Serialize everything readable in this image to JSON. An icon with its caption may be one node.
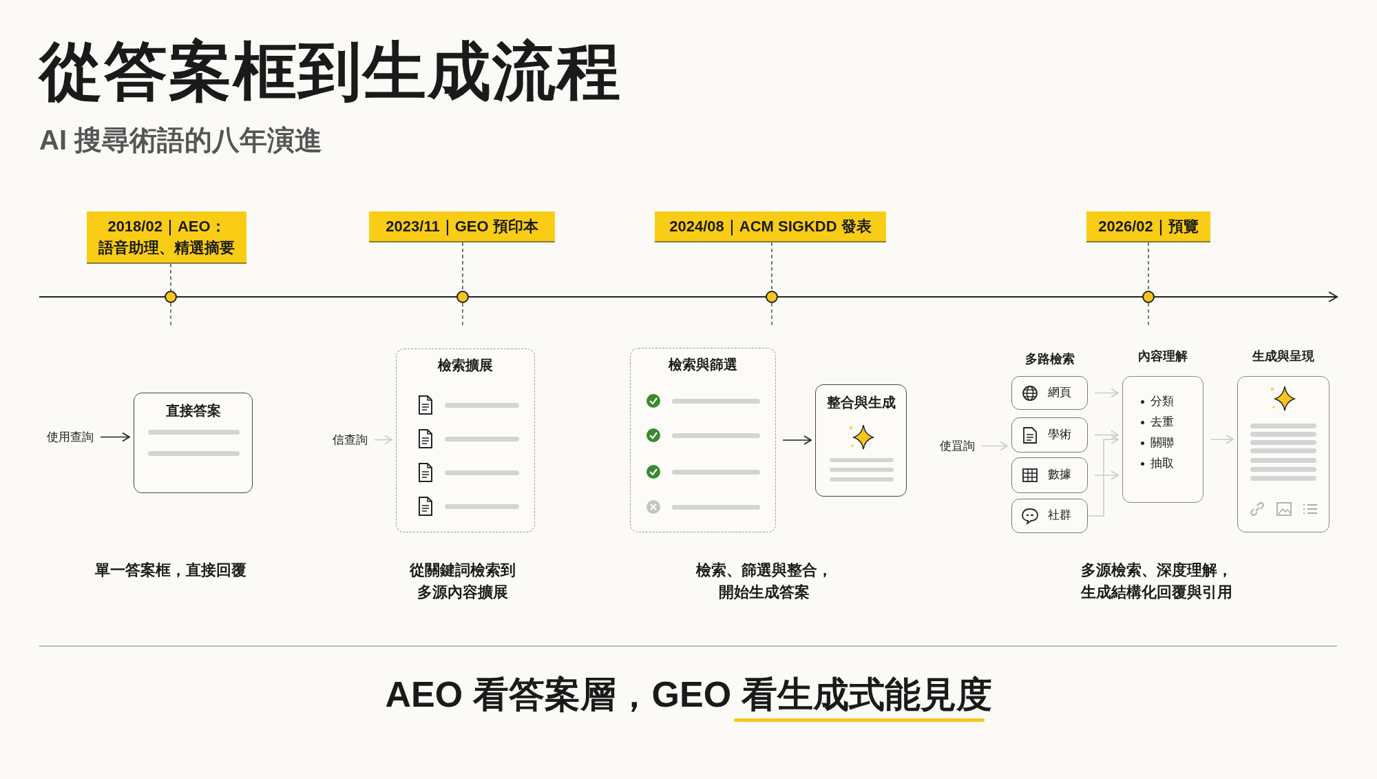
{
  "diagram": {
    "title": "從答案框到生成流程",
    "nodes": [
      {
        "text": [
          "2018/02｜AEO：語音助理、精選摘要"
        ]
      },
      {
        "text": [],
        "shape": "circle"
      },
      {
        "text": [
          "2023/11｜GEO 預印本"
        ]
      },
      {
        "text": [],
        "shape": "circle"
      },
      {
        "text": [
          "2024/08｜ACM SIGKDD 發表"
        ]
      },
      {
        "text": [],
        "shape": "circle"
      },
      {
        "text": [
          "2026/02｜預覽"
        ]
      },
      {
        "text": [],
        "shape": "circle"
      },
      {
        "text": [
          "使用查詢"
        ]
      },
      {
        "text": [
          "直接答案"
        ]
      },
      {
        "text": [
          "信查詢"
        ]
      },
      {
        "text": [
          "檢索擴展"
        ]
      },
      {
        "text": [
          "檢索與篩選"
        ]
      },
      {
        "text": [
          "整合與生成"
        ]
      },
      {
        "text": [
          "使罝詢"
        ]
      },
      {
        "text": [
          "網頁"
        ]
      },
      {
        "text": [
          "學術"
        ]
      },
      {
        "text": [
          "數據"
        ]
      },
      {
        "text": [
          "社群"
        ]
      },
      {
        "text": [
          "內容理解",
          "分類",
          "去重",
          "關聯",
          "抽取"
        ]
      },
      {
        "text": [
          "生成與呈現"
        ]
      }
    ],
    "edges": [
      {
        "from": 0,
        "to": 1,
        "arrow": "none",
        "style": "dashed",
        "color": "#555555"
      },
      {
        "from": 2,
        "to": 3,
        "arrow": "none",
        "style": "dashed",
        "color": "#555555"
      },
      {
        "from": 4,
        "to": 5,
        "arrow": "none",
        "style": "dashed",
        "color": "#555555"
      },
      {
        "from": 6,
        "to": 7,
        "arrow": "none",
        "style": "dashed",
        "color": "#555555"
      },
      {
        "from": 8,
        "to": 9,
        "arrow": "to",
        "color": "#222222"
      },
      {
        "from": 10,
        "to": 11,
        "arrow": "to",
        "color": "#cccccc"
      },
      {
        "from": 12,
        "to": 13,
        "arrow": "to",
        "color": "#222222"
      },
      {
        "from": 14,
        "to": 16,
        "arrow": "to",
        "color": "#cccccc"
      },
      {
        "from": 15,
        "to": 19,
        "arrow": "to",
        "color": "#cccccc"
      },
      {
        "from": 16,
        "to": 19,
        "arrow": "to",
        "color": "#cccccc"
      },
      {
        "from": 17,
        "to": 19,
        "arrow": "to",
        "color": "#cccccc"
      },
      {
        "from": 18,
        "to": 19,
        "arrow": "to",
        "color": "#cccccc"
      },
      {
        "from": 19,
        "to": 20,
        "arrow": "to",
        "color": "#cccccc"
      }
    ],
    "labels": [
      "AI 搜尋術語的八年演進",
      "多路檢索",
      "單一答案框，直接回覆",
      "從關鍵詞檢索到多源內容擴展",
      "檢索、篩選與整合，開始生成答案",
      "多源檢索、深度理解，生成結構化回覆與引用",
      "AEO 看答案層，GEO 看生成式能見度"
    ]
  }
}
